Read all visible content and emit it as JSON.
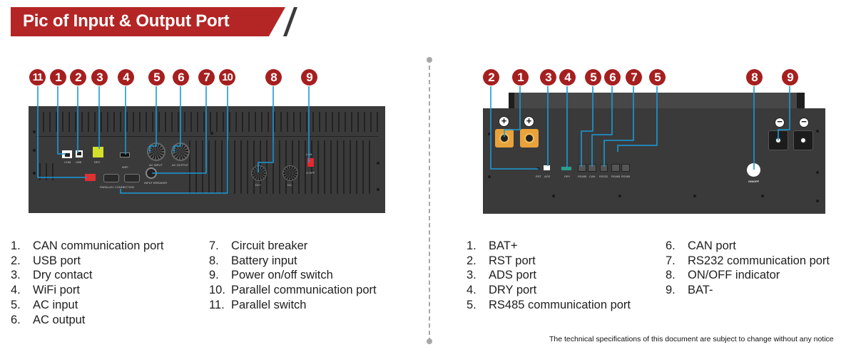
{
  "header": {
    "title": "Pic of Input & Output Port"
  },
  "colors": {
    "banner_red": "#b42525",
    "badge_red": "#a61f1f",
    "leader_blue": "#1a9ad6",
    "panel_gray": "#3a3a3b"
  },
  "left_device": {
    "badges": [
      "11",
      "1",
      "2",
      "3",
      "4",
      "5",
      "6",
      "7",
      "10",
      "8",
      "9"
    ],
    "labels": {
      "com": "COM",
      "usb": "USB",
      "wifi": "WIFI",
      "ac_input": "AC INPUT",
      "ac_output": "AC OUTPUT",
      "breaker": "INPUT BREAKER",
      "parallel": "PARALLEL CONNECTION",
      "dc_pos": "DC+",
      "dc_neg": "DC-",
      "on": "I ON",
      "off": "O OFF",
      "dry": "DRY"
    }
  },
  "right_device": {
    "badges": [
      "2",
      "1",
      "3",
      "4",
      "5",
      "6",
      "7",
      "5",
      "8",
      "9"
    ],
    "labels": {
      "rst": "RST",
      "ads": "ADS",
      "dry": "DRY",
      "rs485_a": "RS485",
      "can": "CAN",
      "rs232": "RS232",
      "rs485_b": "RS485",
      "rs485_c": "RS485",
      "onoff": "ON/OFF",
      "plus": "+",
      "minus": "−"
    }
  },
  "left_list": {
    "col1": [
      {
        "num": "1.",
        "text": "CAN communication port"
      },
      {
        "num": "2.",
        "text": "USB port"
      },
      {
        "num": "3.",
        "text": "Dry contact"
      },
      {
        "num": "4.",
        "text": "WiFi port"
      },
      {
        "num": "5.",
        "text": "AC input"
      },
      {
        "num": "6.",
        "text": "AC output"
      }
    ],
    "col2": [
      {
        "num": "7.",
        "text": "Circuit breaker"
      },
      {
        "num": "8.",
        "text": "Battery input"
      },
      {
        "num": "9.",
        "text": "Power on/off switch"
      },
      {
        "num": "10.",
        "text": "Parallel communication port"
      },
      {
        "num": "11.",
        "text": "Parallel switch"
      }
    ]
  },
  "right_list": {
    "col1": [
      {
        "num": "1.",
        "text": "BAT+"
      },
      {
        "num": "2.",
        "text": "RST port"
      },
      {
        "num": "3.",
        "text": "ADS port"
      },
      {
        "num": "4.",
        "text": "DRY port"
      },
      {
        "num": "5.",
        "text": "RS485 communication port"
      }
    ],
    "col2": [
      {
        "num": "6.",
        "text": "CAN port"
      },
      {
        "num": "7.",
        "text": "RS232 communication port"
      },
      {
        "num": "8.",
        "text": "ON/OFF indicator"
      },
      {
        "num": "9.",
        "text": "BAT-"
      }
    ]
  },
  "footer": {
    "note": "The technical specifications of this document are subject to change without any notice"
  }
}
